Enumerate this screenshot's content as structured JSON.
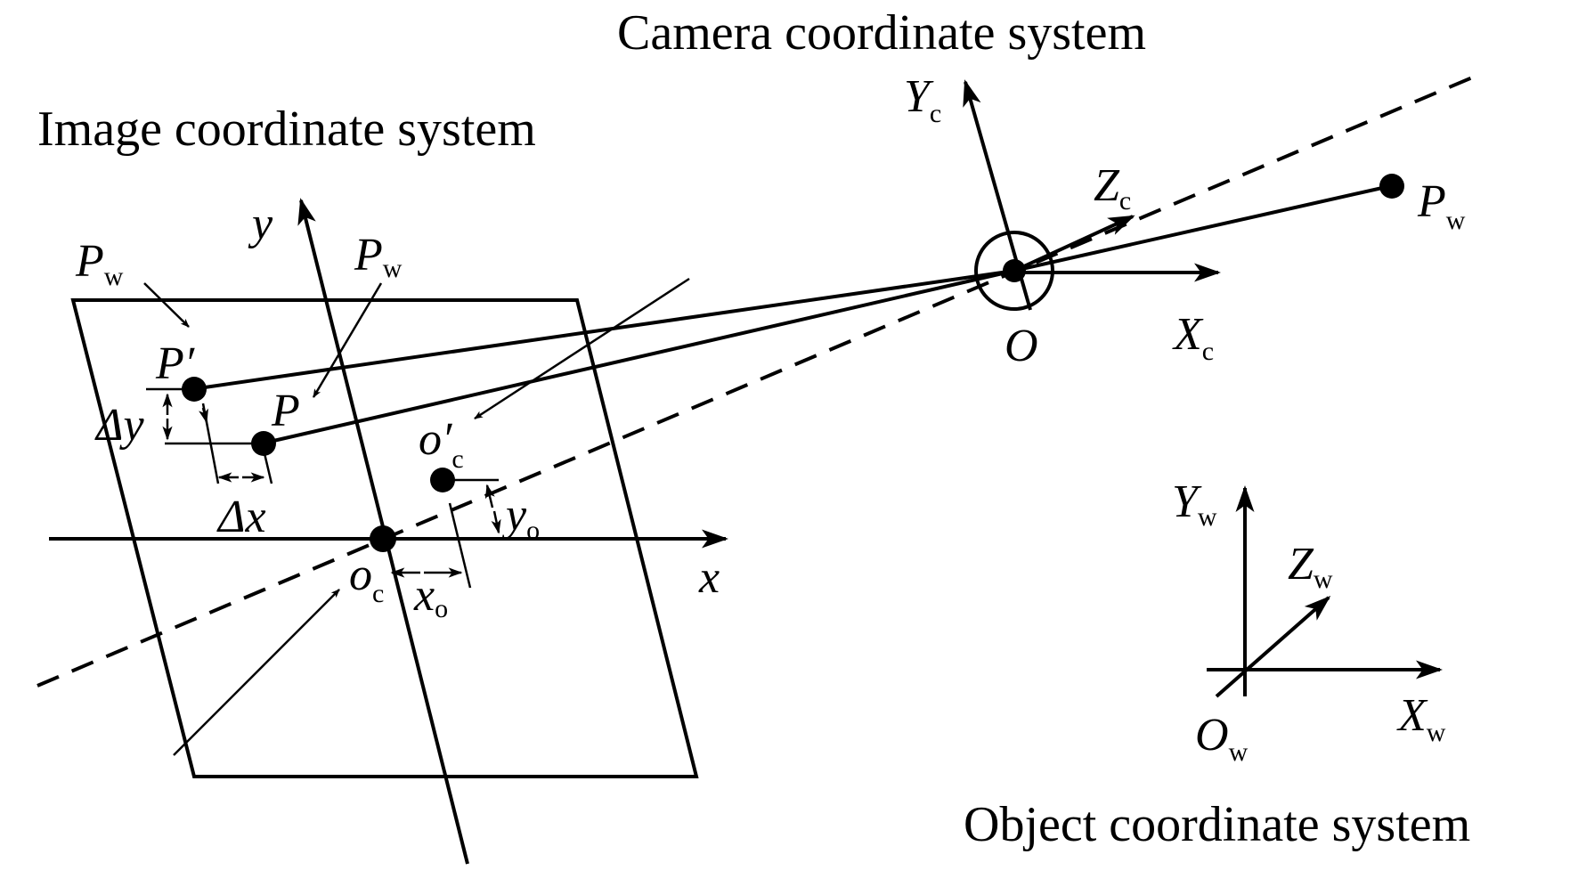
{
  "titles": {
    "camera": "Camera coordinate system",
    "image": "Image coordinate system",
    "object": "Object coordinate system"
  },
  "labels": {
    "yc_main": "Y",
    "yc_sub": "c",
    "zc_main": "Z",
    "zc_sub": "c",
    "xc_main": "X",
    "xc_sub": "c",
    "o_camera": "O",
    "pw_right_main": "P",
    "pw_right_sub": "w",
    "pw_left1_main": "P",
    "pw_left1_sub": "w",
    "pw_left2_main": "P",
    "pw_left2_sub": "w",
    "y_axis": "y",
    "x_axis": "x",
    "p_prime": "P′",
    "p": "P",
    "delta_y": "Δy",
    "delta_x": "Δx",
    "oc_prime_main": "o′",
    "oc_prime_sub": "c",
    "yo_main": "y",
    "yo_sub": "o",
    "xo_main": "x",
    "xo_sub": "o",
    "oc_main": "o",
    "oc_sub": "c",
    "yw_main": "Y",
    "yw_sub": "w",
    "zw_main": "Z",
    "zw_sub": "w",
    "xw_main": "X",
    "xw_sub": "w",
    "ow_main": "O",
    "ow_sub": "w"
  }
}
